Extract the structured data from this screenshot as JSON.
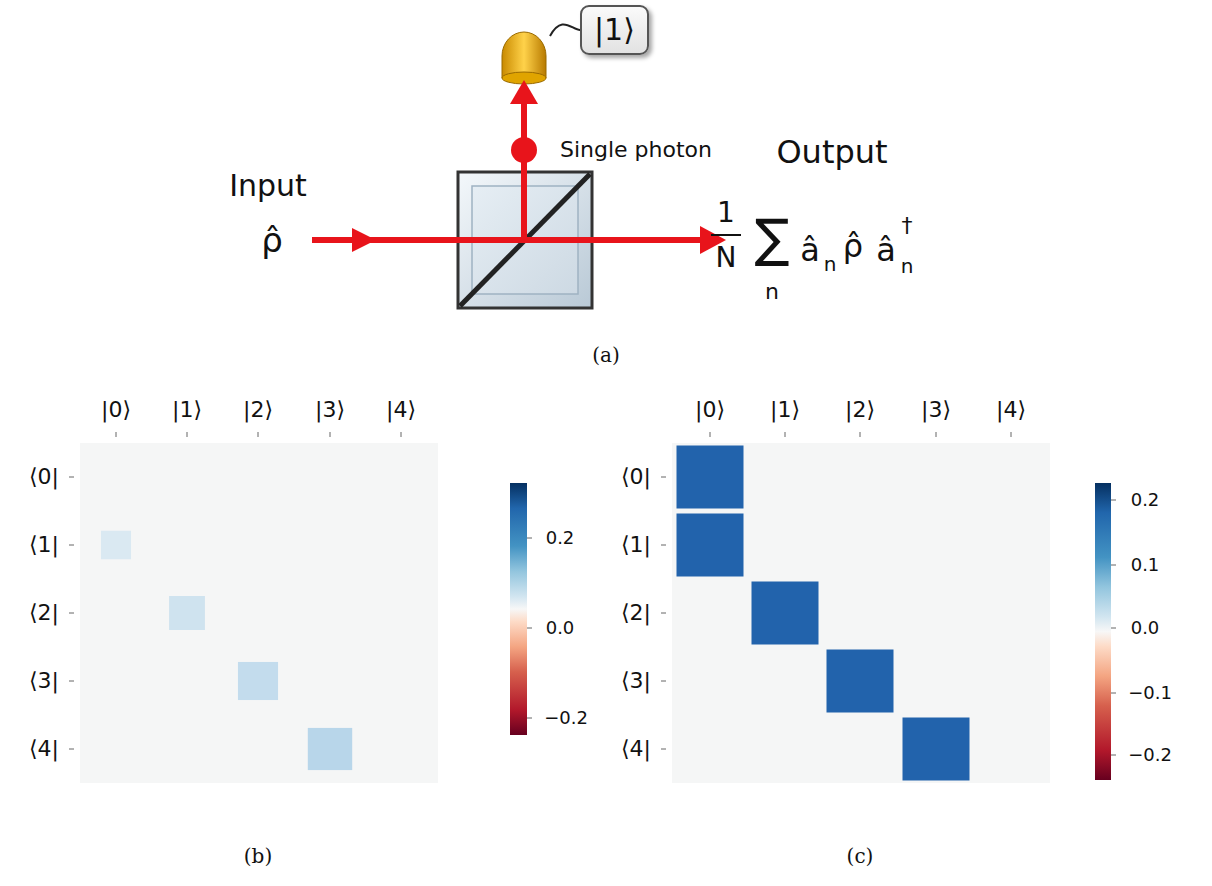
{
  "diagram": {
    "nodes": [
      {
        "text": [
          "|1⟩"
        ]
      }
    ],
    "labels": [
      "Input",
      "ρ̂",
      "Single photon",
      "Output",
      "1",
      "N",
      "∑",
      "n",
      "â",
      "n",
      "ρ̂",
      "â",
      "†",
      "n",
      "(a)",
      "|0⟩",
      "|1⟩",
      "|2⟩",
      "|3⟩",
      "|4⟩",
      "⟨0|",
      "⟨1|",
      "⟨2|",
      "⟨3|",
      "⟨4|",
      "0.2",
      "0.0",
      "−0.2",
      "(b)",
      "|0⟩",
      "|1⟩",
      "|2⟩",
      "|3⟩",
      "|4⟩",
      "⟨0|",
      "⟨1|",
      "⟨2|",
      "⟨3|",
      "⟨4|",
      "0.2",
      "0.1",
      "0.0",
      "−0.1",
      "−0.2",
      "(c)"
    ]
  }
}
